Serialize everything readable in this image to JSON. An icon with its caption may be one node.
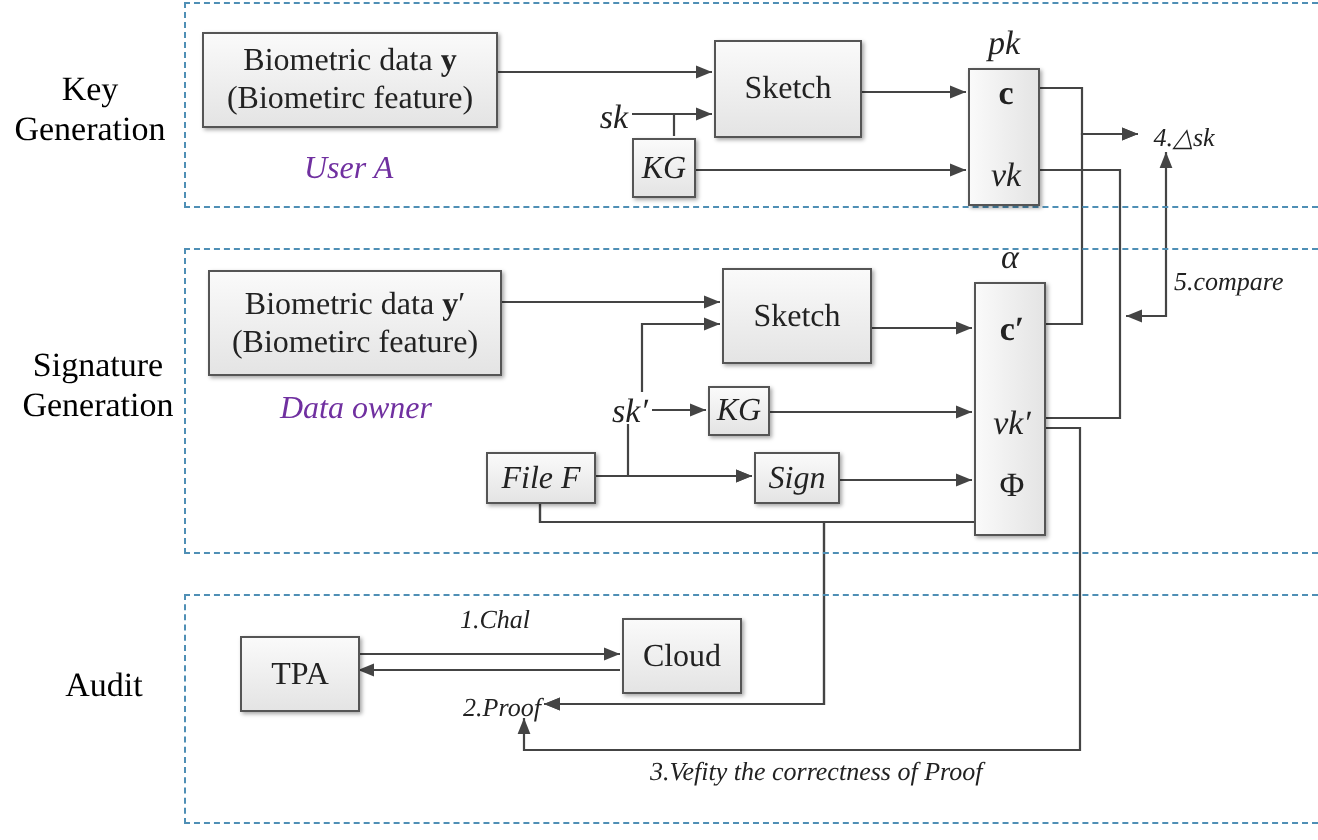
{
  "diagram": {
    "nodes": [
      {
        "text": [
          "Key Generation"
        ]
      },
      {
        "text": [
          "Biometric data **y** (Biometirc feature)"
        ],
        "in": 0
      },
      {
        "text": [
          "sk"
        ],
        "in": 0
      },
      {
        "text": [
          "KG"
        ],
        "in": 0
      },
      {
        "text": [
          "Sketch"
        ],
        "in": 0
      },
      {
        "text": [],
        "shape": "box",
        "beside": [
          "pk"
        ],
        "in": 0
      },
      {
        "text": [
          "c"
        ],
        "in": 5
      },
      {
        "text": [
          "vk"
        ],
        "in": 5
      },
      {
        "text": [
          "4.△sk"
        ],
        "in": 0
      },
      {
        "text": [
          "Signature Generation"
        ]
      },
      {
        "text": [
          "Biometric data **y**′ (Biometirc feature)"
        ],
        "in": 9
      },
      {
        "text": [
          "Sketch"
        ],
        "in": 9
      },
      {
        "text": [
          "sk′"
        ],
        "in": 9
      },
      {
        "text": [
          "KG"
        ],
        "in": 9
      },
      {
        "text": [
          "File F"
        ],
        "in": 9
      },
      {
        "text": [
          "Sign"
        ],
        "in": 9
      },
      {
        "text": [],
        "shape": "box",
        "beside": [
          "α"
        ],
        "in": 9
      },
      {
        "text": [
          "c′"
        ],
        "in": 16
      },
      {
        "text": [
          "vk′"
        ],
        "in": 16
      },
      {
        "text": [
          "Φ"
        ],
        "in": 16
      },
      {
        "text": [
          "Audit"
        ]
      },
      {
        "text": [
          "TPA"
        ],
        "in": 20
      },
      {
        "text": [
          "Cloud"
        ],
        "in": 20
      },
      {
        "text": [
          "2.Proof"
        ],
        "in": 20
      }
    ],
    "edges": [
      {
        "from": 1,
        "to": 4,
        "arrow": "to"
      },
      {
        "from": 2,
        "to": 4,
        "arrow": "to"
      },
      {
        "from": 2,
        "to": 3,
        "arrow": "none"
      },
      {
        "from": 4,
        "to": 6,
        "arrow": "to"
      },
      {
        "from": 3,
        "to": 7,
        "arrow": "to"
      },
      {
        "from": 6,
        "to": 8,
        "arrow": "to"
      },
      {
        "from": 17,
        "to": 8,
        "arrow": "to"
      },
      {
        "from": 7,
        "to": 18,
        "arrow": "none"
      },
      {
        "from": null,
        "to": 8,
        "arrow": "both",
        "label": "5.compare"
      },
      {
        "from": 18,
        "to": 23,
        "arrow": "to",
        "label": "3.Vefity the correctness of Proof"
      },
      {
        "from": 10,
        "to": 11,
        "arrow": "to"
      },
      {
        "from": 12,
        "to": 11,
        "arrow": "to"
      },
      {
        "from": 12,
        "to": 13,
        "arrow": "to"
      },
      {
        "from": 12,
        "to": 15,
        "arrow": "to"
      },
      {
        "from": 14,
        "to": 15,
        "arrow": "to"
      },
      {
        "from": 13,
        "to": 18,
        "arrow": "to"
      },
      {
        "from": 15,
        "to": 19,
        "arrow": "to"
      },
      {
        "from": 11,
        "to": 17,
        "arrow": "to"
      },
      {
        "from": 14,
        "to": 19,
        "arrow": "none"
      },
      {
        "from": 14,
        "to": 23,
        "arrow": "to"
      },
      {
        "from": 19,
        "to": 23,
        "arrow": "to"
      },
      {
        "from": 21,
        "to": 22,
        "arrow": "to",
        "label": "1.Chal"
      },
      {
        "from": 22,
        "to": 21,
        "arrow": "to"
      }
    ],
    "labels": [
      "User A",
      "Data owner"
    ]
  }
}
